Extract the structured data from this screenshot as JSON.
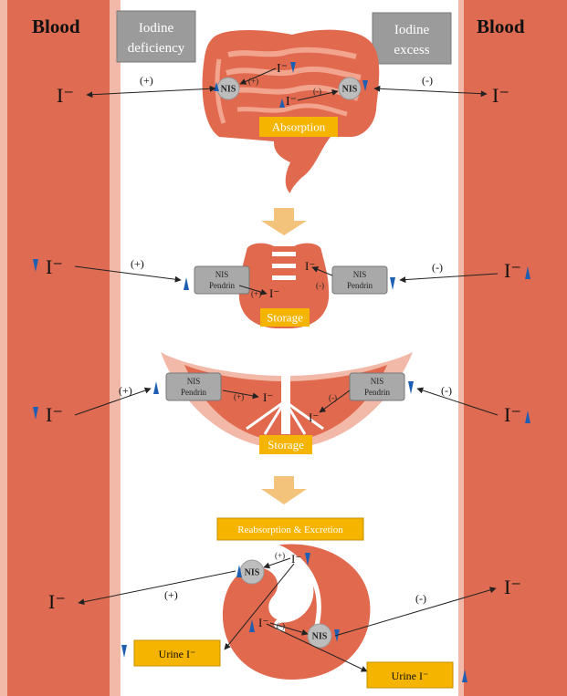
{
  "blood_left": "Blood",
  "blood_right": "Blood",
  "iodine_deficiency_line1": "Iodine",
  "iodine_deficiency_line2": "deficiency",
  "iodine_excess_line1": "Iodine",
  "iodine_excess_line2": "excess",
  "ion": "I⁻",
  "ion_small": "I⁻",
  "plus": "(+)",
  "minus": "(-)",
  "nis": "NIS",
  "pendrin": "Pendrin",
  "absorption": "Absorption",
  "storage": "Storage",
  "reabsorption": "Reabsorption & Excretion",
  "urine": "Urine  I⁻",
  "colors": {
    "blood_band": "#de6b52",
    "blood_edge": "#f2b9a8",
    "organ": "#e0694e",
    "organ_light": "#f0a792",
    "label_box": "#f4b400",
    "grey_box": "#9b9b9b",
    "arrow_down": "#f3c27b",
    "marker": "#1f5fb3"
  },
  "icons": [
    "intestine-icon",
    "thyroid-icon",
    "mammary-gland-icon",
    "kidney-icon",
    "down-arrow-icon",
    "up-triangle-marker",
    "down-triangle-marker"
  ]
}
